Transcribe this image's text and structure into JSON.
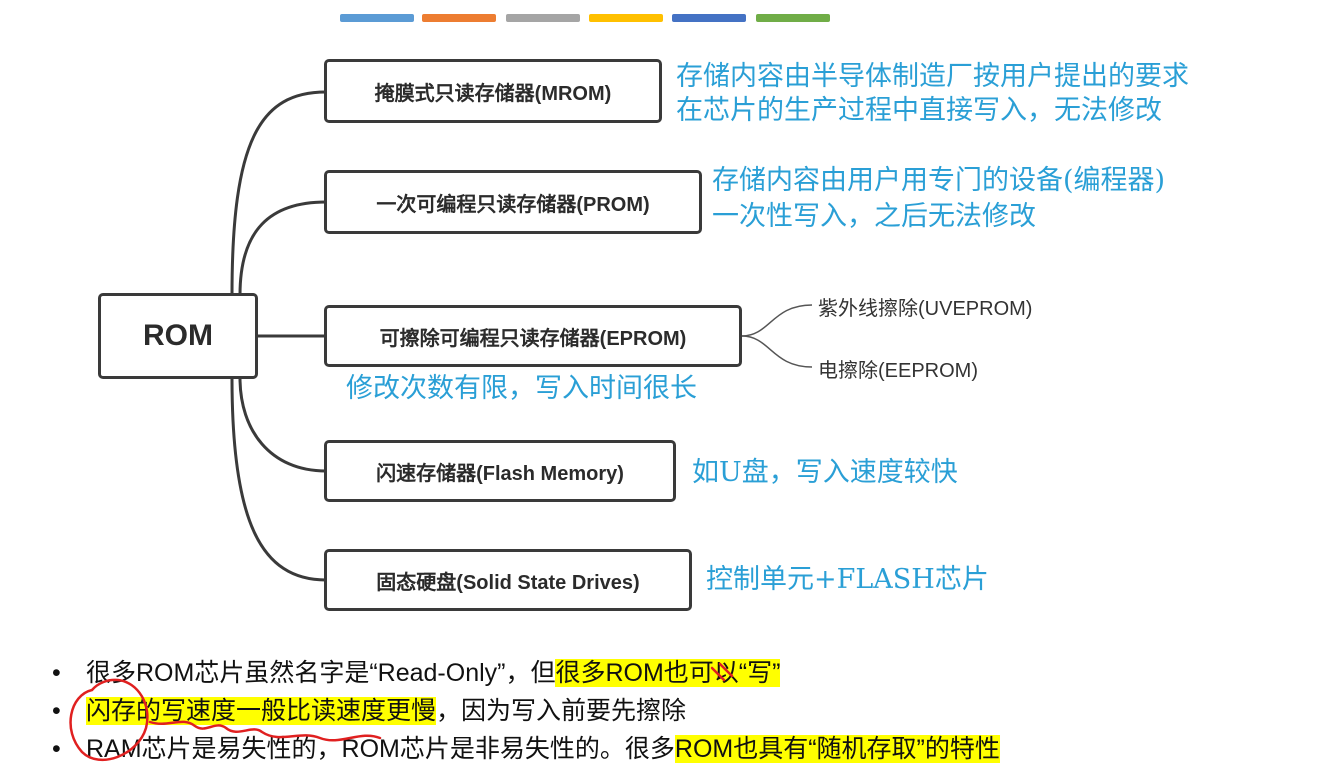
{
  "header": {
    "color_bars": [
      "#5b9bd5",
      "#ed7d31",
      "#a5a5a5",
      "#ffc000",
      "#4472c4",
      "#70ad47"
    ]
  },
  "diagram": {
    "root": "ROM",
    "branches": [
      {
        "label": "掩膜式只读存储器(MROM)",
        "notes": [
          "存储内容由半导体制造厂按用户提出的要求",
          "在芯片的生产过程中直接写入，无法修改"
        ]
      },
      {
        "label": "一次可编程只读存储器(PROM)",
        "notes": [
          "存储内容由用户用专门的设备(编程器)",
          "一次性写入，之后无法修改"
        ]
      },
      {
        "label": "可擦除可编程只读存储器(EPROM)",
        "notes": [
          "修改次数有限，写入时间很长"
        ],
        "children": [
          "紫外线擦除(UVEPROM)",
          "电擦除(EEPROM)"
        ]
      },
      {
        "label": "闪速存储器(Flash Memory)",
        "notes": [
          "如U盘，写入速度较快"
        ]
      },
      {
        "label": "固态硬盘(Solid State Drives)",
        "notes": [
          "控制单元+FLASH芯片"
        ]
      }
    ],
    "colors": {
      "line": "#3a3a3a",
      "note": "#2a9fd6",
      "highlight": "#ffff00",
      "annotation": "#e02020"
    }
  },
  "bullets": [
    {
      "dot": "•",
      "parts": [
        {
          "text": "很多ROM芯片虽然名字是“Read-Only”，但",
          "highlight": false
        },
        {
          "text": "很多ROM也可以“写”",
          "highlight": true
        }
      ]
    },
    {
      "dot": "•",
      "parts": [
        {
          "text": "闪存的写速度一般比读速度更慢",
          "highlight": true
        },
        {
          "text": "，因为写入前要先擦除",
          "highlight": false
        }
      ]
    },
    {
      "dot": "•",
      "parts": [
        {
          "text": "RAM芯片是易失性的，ROM芯片是非易失性的。很多",
          "highlight": false
        },
        {
          "text": "ROM也具有“随机存取”的特性",
          "highlight": true
        }
      ]
    }
  ]
}
